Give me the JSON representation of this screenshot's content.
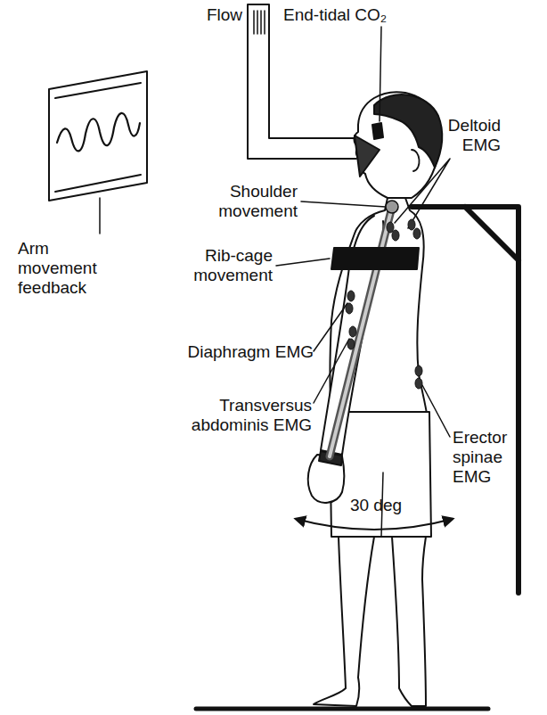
{
  "diagram": {
    "labels": [
      "Flow",
      "End-tidal CO₂",
      "Deltoid EMG",
      "Shoulder movement",
      "Arm movement feedback",
      "Rib-cage movement",
      "Diaphragm EMG",
      "Transversus abdominis EMG",
      "Erector spinae EMG",
      "30 deg"
    ]
  }
}
